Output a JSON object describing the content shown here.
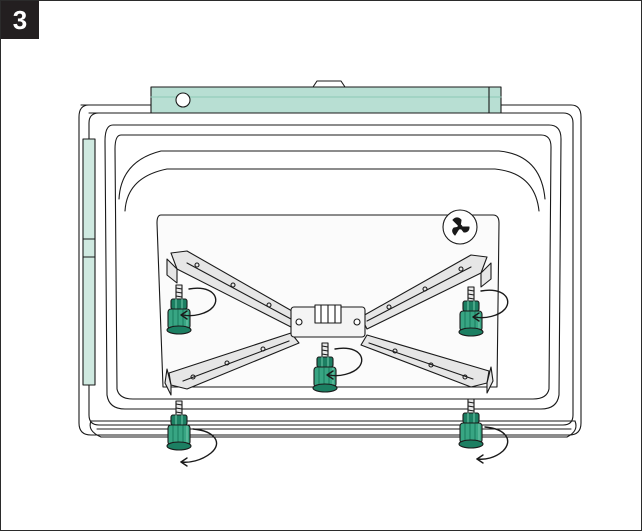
{
  "step": {
    "number": "3"
  },
  "colors": {
    "level_fill": "#b8dfd3",
    "side_strip_fill": "#cfe9e0",
    "foot_dark": "#1c7f62",
    "foot_mid": "#38a583",
    "foot_light": "#6ec6a8",
    "line": "#1a1a1a",
    "bracket_fill": "#e6e6e6"
  },
  "icons": {
    "fan_symbol": "fan-icon",
    "rotation_arrow": "rotation-arrow-icon",
    "spirit_level": "spirit-level",
    "adjustable_foot": "adjustable-foot"
  }
}
